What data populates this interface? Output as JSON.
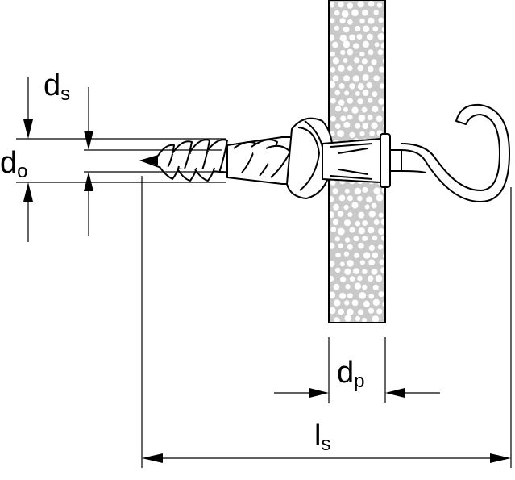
{
  "labels": {
    "ds_main": "d",
    "ds_sub": "s",
    "do_main": "d",
    "do_sub": "o",
    "dp_main": "d",
    "dp_sub": "p",
    "ls_main": "l",
    "ls_sub": "s"
  },
  "colors": {
    "line": "#000000",
    "wall_fill": "#c9c9c9",
    "wall_dots": "#ffffff",
    "part_fill": "#ffffff"
  }
}
